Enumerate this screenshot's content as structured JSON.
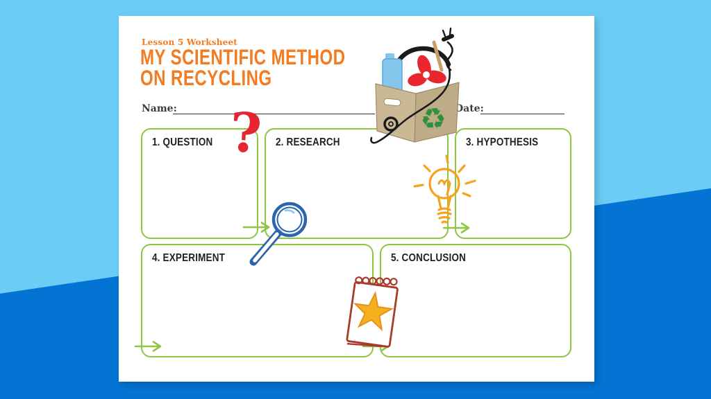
{
  "page": {
    "background_top_color": "#6bcdf5",
    "background_bottom_color": "#0374d4",
    "paper_color": "#ffffff"
  },
  "worksheet": {
    "eyebrow": "Lesson 5 Worksheet",
    "title_line1": "MY SCIENTIFIC METHOD",
    "title_line2": "ON RECYCLING",
    "title_color": "#f47b20",
    "name_label": "Name:",
    "date_label": "Date:",
    "boxes": [
      {
        "label": "1. QUESTION"
      },
      {
        "label": "2. RESEARCH"
      },
      {
        "label": "3. HYPOTHESIS"
      },
      {
        "label": "4. EXPERIMENT"
      },
      {
        "label": "5. CONCLUSION"
      }
    ],
    "box_border_color": "#8dc63f",
    "arrow_color": "#8dc63f",
    "doodles": {
      "question_mark_glyph": "?",
      "question_mark_color": "#e62531",
      "recycle_glyph": "♻",
      "recycle_symbol_color": "#2e9141",
      "magnifier_color": "#2b64ad",
      "lightbulb_color": "#f6a21d",
      "notepad_color": "#a93a2a",
      "star_color": "#f6b01e",
      "carton_color": "#cbb995"
    }
  }
}
